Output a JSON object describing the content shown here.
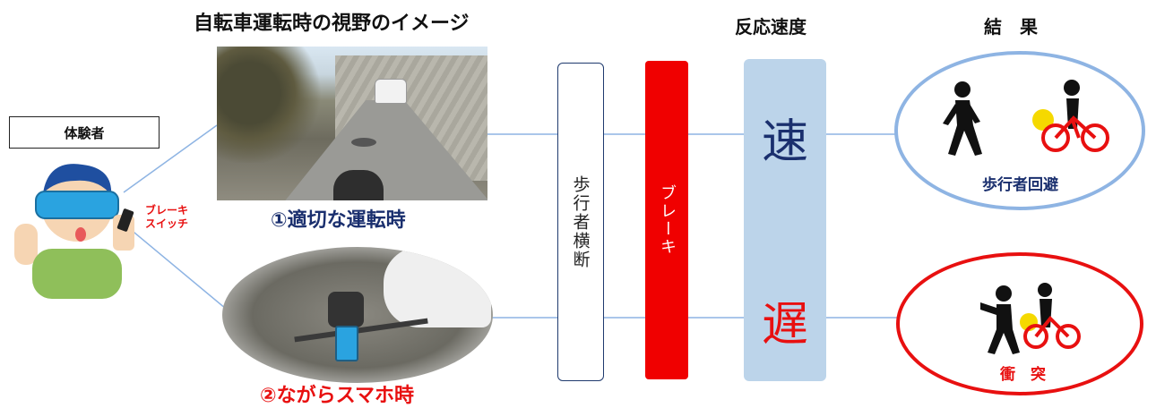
{
  "headings": {
    "image_title": "自転車運転時の視野のイメージ",
    "reaction_speed": "反応速度",
    "result": "結　果"
  },
  "participant": {
    "label": "体験者",
    "brake_switch_line1": "ブレーキ",
    "brake_switch_line2": "スイッチ"
  },
  "scenes": {
    "proper_caption": "①適切な運転時",
    "phone_caption": "②ながらスマホ時"
  },
  "flow": {
    "pedestrian_crossing": "歩行者横断",
    "brake": "ブレーキ"
  },
  "speeds": {
    "fast": "速",
    "slow": "遅"
  },
  "results": {
    "avoid": "歩行者回避",
    "collision": "衝　突"
  },
  "colors": {
    "red": "#e81010",
    "navy": "#1a2f6e",
    "light_blue": "#8eb4e3",
    "pale_blue": "#bcd4ea"
  }
}
